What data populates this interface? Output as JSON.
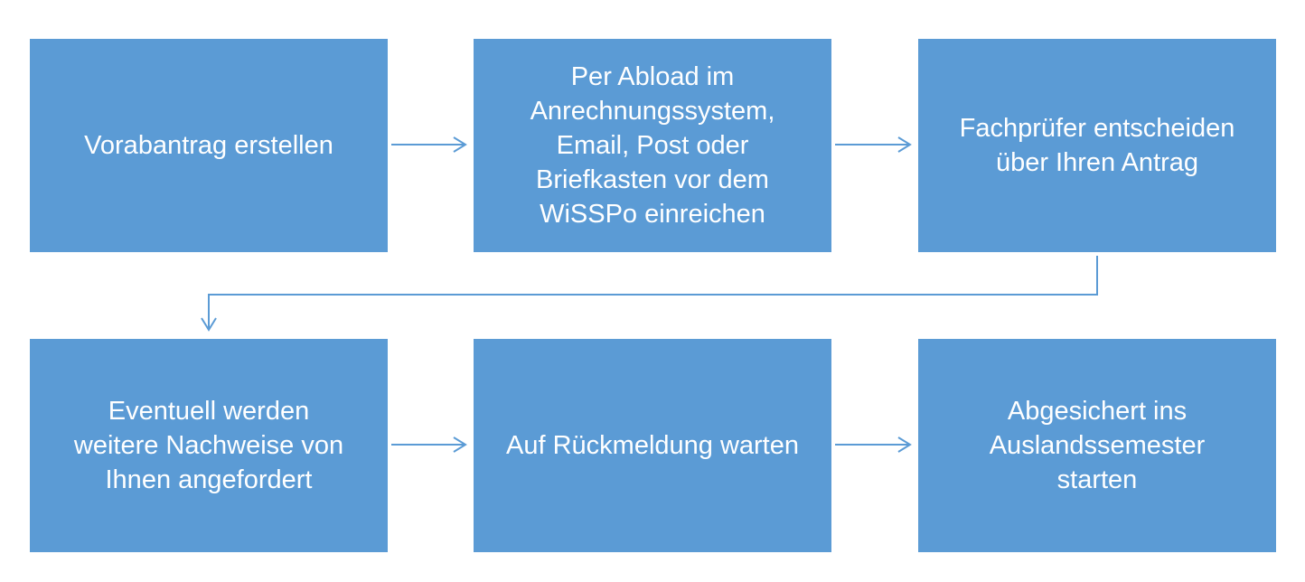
{
  "flowchart": {
    "steps": [
      {
        "id": 1,
        "label": "Vorabantrag erstellen"
      },
      {
        "id": 2,
        "label": "Per Abload im\nAnrechnungssystem,\nEmail, Post oder\nBriefkasten vor dem\nWiSSPo einreichen"
      },
      {
        "id": 3,
        "label": "Fachprüfer entscheiden\nüber Ihren Antrag"
      },
      {
        "id": 4,
        "label": "Eventuell werden\nweitere Nachweise von\nIhnen angefordert"
      },
      {
        "id": 5,
        "label": "Auf Rückmeldung warten"
      },
      {
        "id": 6,
        "label": "Abgesichert ins\nAuslandssemester\nstarten"
      }
    ],
    "connections": [
      {
        "from": 1,
        "to": 2
      },
      {
        "from": 2,
        "to": 3
      },
      {
        "from": 3,
        "to": 4
      },
      {
        "from": 4,
        "to": 5
      },
      {
        "from": 5,
        "to": 6
      }
    ],
    "colors": {
      "box_fill": "#5b9bd5",
      "box_text": "#ffffff",
      "connector": "#5b9bd5",
      "background": "#ffffff"
    }
  }
}
